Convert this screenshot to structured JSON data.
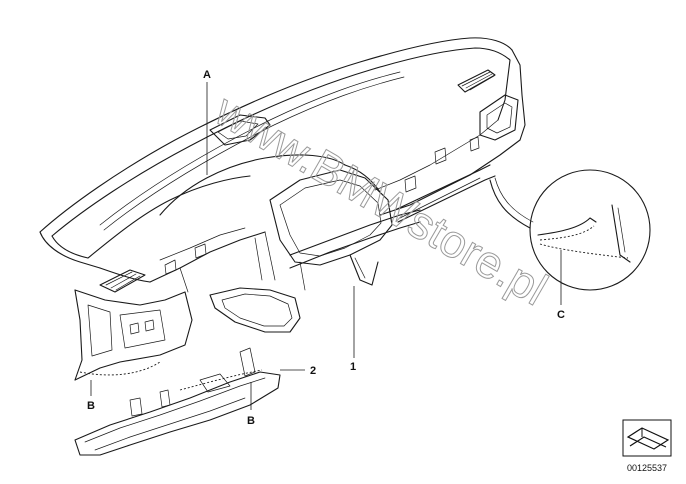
{
  "labels": {
    "A": "A",
    "B_left": "B",
    "B_trim": "B",
    "C": "C",
    "part1": "1",
    "part2": "2"
  },
  "watermark": "www.BMWstore.pl",
  "diagram_code": "00125537"
}
